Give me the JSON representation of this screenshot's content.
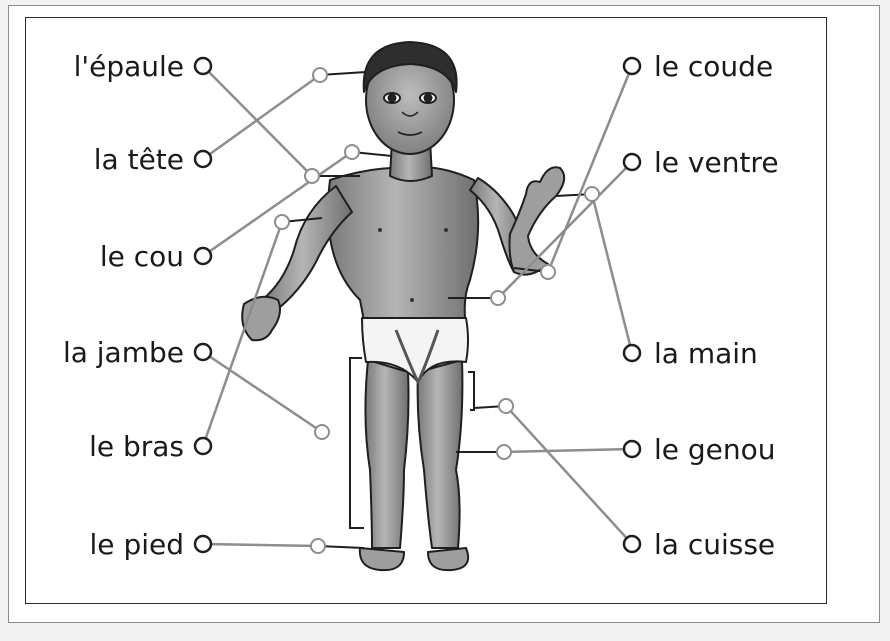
{
  "worksheet": {
    "left_labels": [
      "l'épaule",
      "la tête",
      "le cou",
      "la jambe",
      "le bras",
      "le pied"
    ],
    "right_labels": [
      "le coude",
      "le ventre",
      "la main",
      "le genou",
      "la cuisse"
    ]
  },
  "colors": {
    "connector_line": "#8d8d8d",
    "text": "#1a1a1a"
  }
}
